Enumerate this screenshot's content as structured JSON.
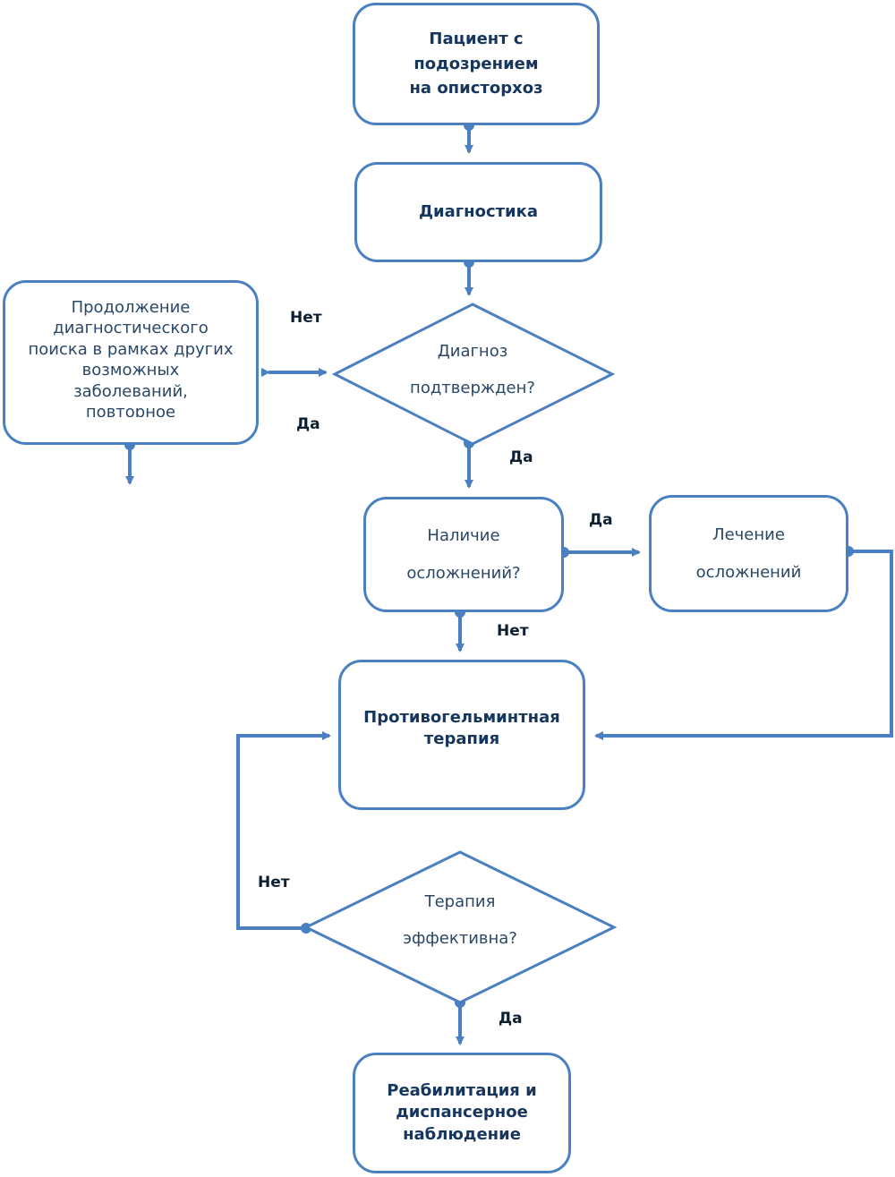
{
  "nodes": {
    "start": "Пациент с\nподозрением\nна описторхоз",
    "diagnostics": "Диагностика",
    "other_search": "Продолжение\nдиагностического\nпоиска в рамках других\nвозможных\nзаболеваний,\nповторное\nбиопсия",
    "diagnosis_confirmed": "Диагноз\nподтвержден?",
    "complications": "Наличие\nосложнений?",
    "treat_complications": "Лечение\nосложнений",
    "anthelmintic": "Противогельминтная\nтерапия",
    "therapy_effective": "Терапия\nэффективна?",
    "rehabilitation": "Реабилитация и\nдиспансерное\nнаблюдение"
  },
  "edge_labels": {
    "no_left": "Нет",
    "yes_left": "Да",
    "yes_down": "Да",
    "yes_complications": "Да",
    "no_complications": "Нет",
    "no_therapy": "Нет",
    "yes_therapy": "Да"
  },
  "colors": {
    "line": "#4a7fc1",
    "text": "#17365d"
  }
}
